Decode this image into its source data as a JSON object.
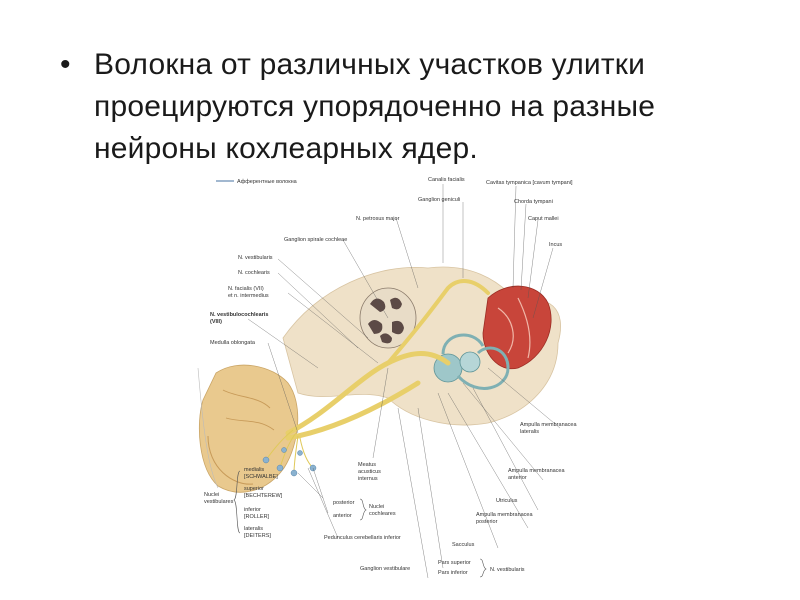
{
  "slide": {
    "bullet_char": "•",
    "bullet_lines": [
      "Волокна от различных участков улитки",
      "проецируются упорядоченно на разные",
      "нейроны кохлеарных ядер."
    ]
  },
  "figure": {
    "legend": "Афферентные волокна",
    "labels": {
      "canalis_facialis": "Canalis facialis",
      "cavitas_tympanica": "Cavitas tympanica [cavum tympani]",
      "ganglion_geniculi": "Ganglion geniculi",
      "chorda_tympani": "Chorda tympani",
      "n_petrosus_major": "N. petrosus major",
      "caput_mallei": "Caput mallei",
      "ganglion_spirale": "Ganglion spirale cochleae",
      "incus": "Incus",
      "n_vestibularis": "N. vestibularis",
      "n_cochlearis": "N. cochlearis",
      "n_facialis_1": "N. facialis (VII)",
      "n_facialis_2": "et n. intermedius",
      "n_vestibulocochlearis_1": "N. vestibulocochlearis",
      "n_vestibulocochlearis_2": "(VIII)",
      "medulla_oblongata": "Medulla oblongata",
      "meatus_1": "Meatus",
      "meatus_2": "acusticus",
      "meatus_3": "internus",
      "ampulla_lat_1": "Ampulla membranacea",
      "ampulla_lat_2": "lateralis",
      "ampulla_ant_1": "Ampulla membranacea",
      "ampulla_ant_2": "anterior",
      "utriculus": "Utriculus",
      "ampulla_post_1": "Ampulla membranacea",
      "ampulla_post_2": "posterior",
      "sacculus": "Sacculus",
      "nuclei_vest_1": "Nuclei",
      "nuclei_vest_2": "vestibulares",
      "medialis_1": "medialis",
      "medialis_2": "[SCHWALBE]",
      "superior_1": "superior",
      "superior_2": "[BECHTEREW]",
      "inferior_1": "inferior",
      "inferior_2": "[ROLLER]",
      "lateralis_1": "lateralis",
      "lateralis_2": "[DEITERS]",
      "posterior": "posterior",
      "anterior": "anterior",
      "nuclei_coch_1": "Nuclei",
      "nuclei_coch_2": "cochleares",
      "pedunculus": "Pedunculus cerebellaris inferior",
      "ganglion_vestibulare": "Ganglion vestibulare",
      "pars_superior": "Pars superior",
      "pars_inferior": "Pars inferior",
      "n_vestibularis_brace": "N. vestibularis"
    },
    "colors": {
      "nerve": "#e8cf6a",
      "bone": "#efe1c8",
      "brain": "#e9c98e",
      "tympanic": "#c8453a",
      "labyrinth": "#9ec7c9",
      "cochlea": "#5c4a46"
    }
  }
}
